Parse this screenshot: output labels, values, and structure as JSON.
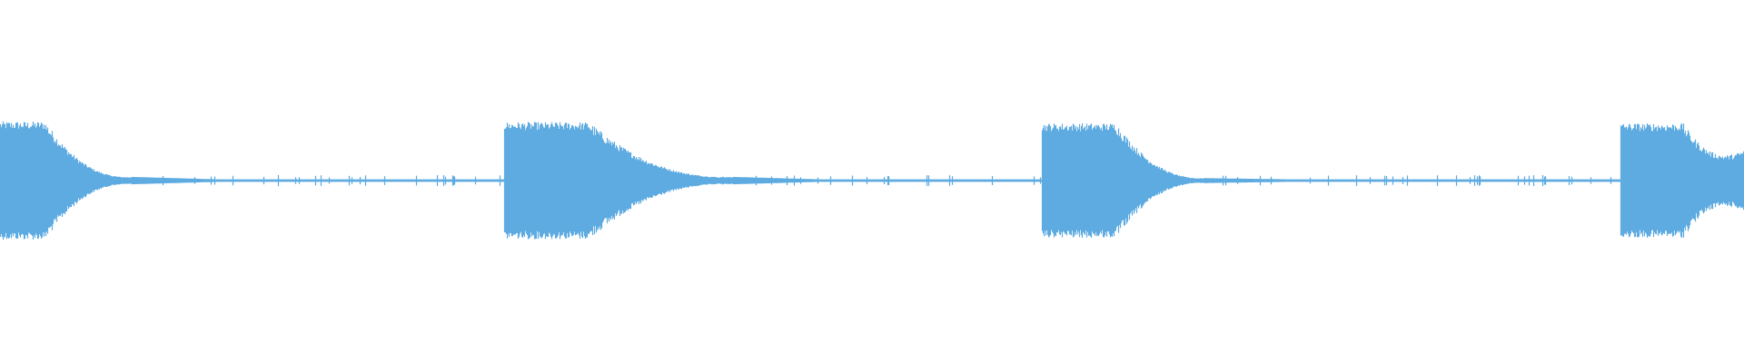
{
  "waveform": {
    "color": "#5dabe1",
    "background": "#ffffff",
    "bursts": [
      {
        "start": 0.0,
        "attack": 0.0,
        "sustain_end": 0.026,
        "decay_end": 0.075,
        "level": 0.96,
        "tail_level": 0.06
      },
      {
        "start": 0.289,
        "attack": 0.002,
        "sustain_end": 0.338,
        "decay_end": 0.42,
        "level": 0.95,
        "tail_level": 0.06
      },
      {
        "start": 0.597,
        "attack": 0.002,
        "sustain_end": 0.64,
        "decay_end": 0.69,
        "level": 0.93,
        "tail_level": 0.04
      },
      {
        "start": 0.929,
        "attack": 0.002,
        "sustain_end": 0.965,
        "decay_end": 1.0,
        "level": 0.93,
        "tail_level": 0.5
      }
    ],
    "silence_level": 0.02
  }
}
